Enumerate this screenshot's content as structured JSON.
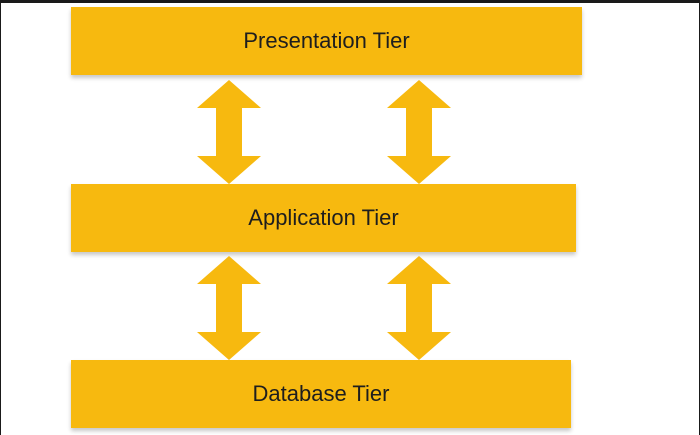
{
  "diagram": {
    "tiers": [
      {
        "label": "Presentation Tier"
      },
      {
        "label": "Application Tier"
      },
      {
        "label": "Database Tier"
      }
    ]
  },
  "colors": {
    "tier_fill": "#f7b90f",
    "arrow_fill": "#f7b90f",
    "text": "#1e1e1e"
  }
}
